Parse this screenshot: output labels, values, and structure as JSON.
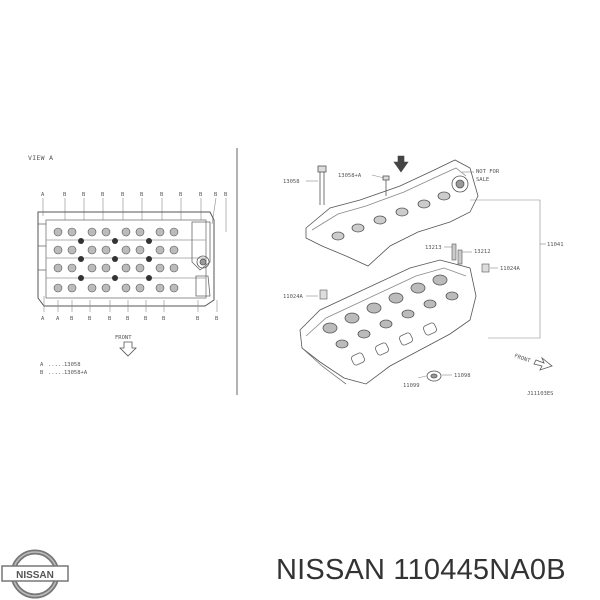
{
  "diagram": {
    "view_label": "VIEW A",
    "left_top_letters": [
      "A",
      "B",
      "B",
      "B",
      "B",
      "B",
      "B",
      "B",
      "B",
      "B",
      "B"
    ],
    "left_bottom_letters": [
      "A",
      "A",
      "B",
      "B",
      "B",
      "B",
      "B",
      "B",
      "B",
      "B"
    ],
    "legend": [
      {
        "key": "A",
        "value": "13058"
      },
      {
        "key": "B",
        "value": "13058+A"
      }
    ],
    "legend_dots": ".....",
    "front_label_left": "FRONT",
    "front_label_right": "FRONT",
    "part_labels": {
      "p13058": "13058",
      "p13058a": "13058+A",
      "not_for_sale": "NOT FOR",
      "sale": "SALE",
      "p11041": "11041",
      "p13213": "13213",
      "p13212": "13212",
      "p11024a_right": "11024A",
      "p11024a_left": "11024A",
      "p11098": "11098",
      "p11099": "11099"
    },
    "diagram_code": "J11103ES"
  },
  "brand": {
    "logo_text": "NISSAN",
    "caption": "NISSAN 110445NA0B"
  }
}
